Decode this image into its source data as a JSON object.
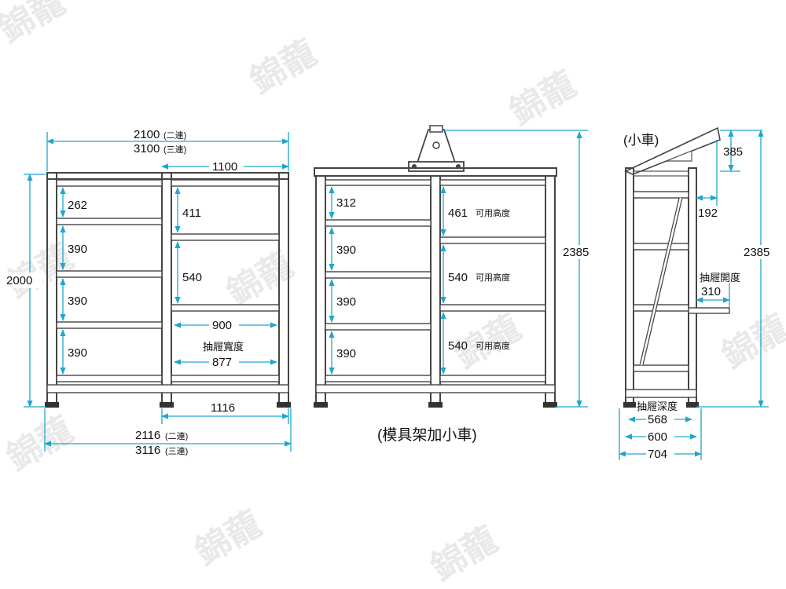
{
  "watermark": {
    "brand_text": "錦蘢"
  },
  "left_rack": {
    "width_top_1": "2100",
    "width_top_1_note": "(二連)",
    "width_top_2": "3100",
    "width_top_2_note": "(三連)",
    "bay_width": "1100",
    "height": "2000",
    "left_bay_shelves": [
      "262",
      "390",
      "390",
      "390"
    ],
    "right_bay_shelves": [
      "411",
      "540"
    ],
    "drawer_outer": "900",
    "drawer_width_label": "抽屜寬度",
    "drawer_inner": "877",
    "base_bay": "1116",
    "width_bottom_1": "2116",
    "width_bottom_1_note": "(二連)",
    "width_bottom_2": "3116",
    "width_bottom_2_note": "(三連)"
  },
  "middle_rack": {
    "height": "2385",
    "left_bay_shelves": [
      "312",
      "390",
      "390",
      "390"
    ],
    "right_bay_shelves": [
      "461",
      "540",
      "540"
    ],
    "usable_height_label": "可用高度",
    "caption": "(模具架加小車)"
  },
  "cart": {
    "title": "(小車)",
    "top_height": "385",
    "offset": "192",
    "height": "2385",
    "drawer_opening_label": "抽屜開度",
    "drawer_opening": "310",
    "drawer_depth_label": "抽屜深度",
    "depth_1": "568",
    "depth_2": "600",
    "depth_3": "704"
  }
}
